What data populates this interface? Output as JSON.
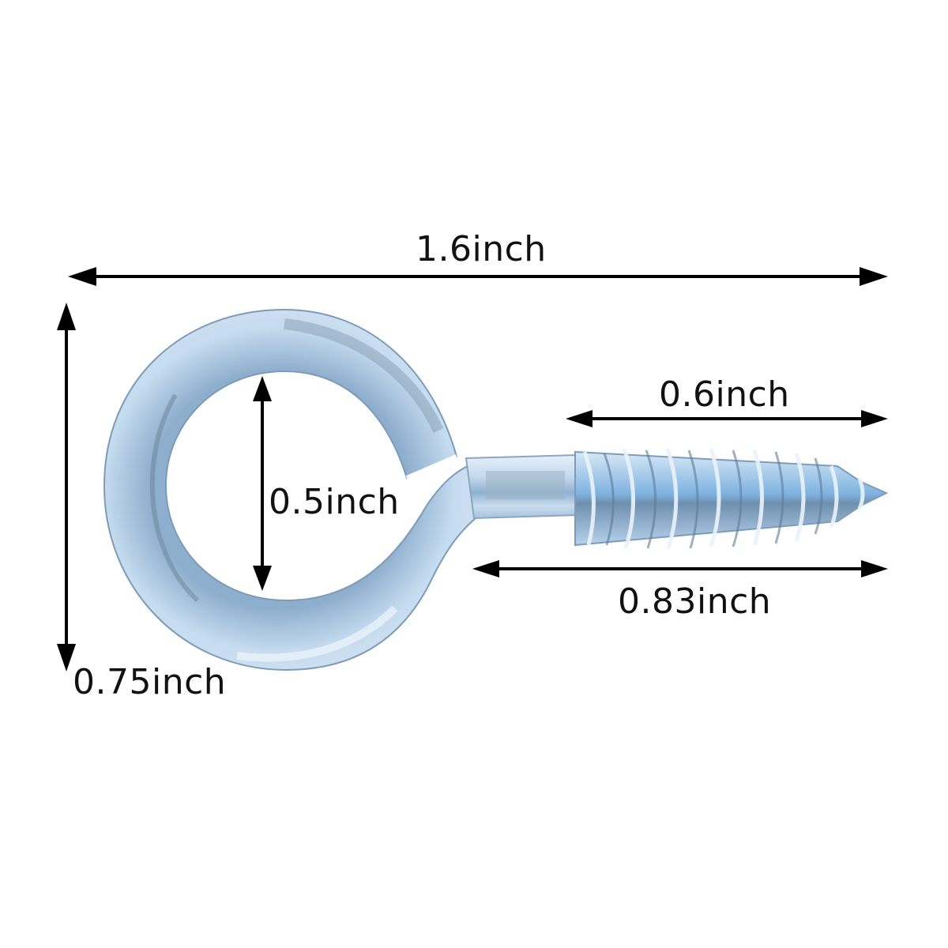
{
  "diagram": {
    "subject": "screw eye hook",
    "finish_color": "#b9d3ea",
    "shadow_color": "#5f7f9e",
    "highlight_color": "#eef5fb",
    "arrow_color": "#000000",
    "background": "#ffffff"
  },
  "dimensions": {
    "overall_length": {
      "label": "1.6inch",
      "value": 1.6,
      "unit": "inch"
    },
    "overall_height": {
      "label": "0.75inch",
      "value": 0.75,
      "unit": "inch"
    },
    "eye_inner_diameter": {
      "label": "0.5inch",
      "value": 0.5,
      "unit": "inch"
    },
    "thread_length": {
      "label": "0.6inch",
      "value": 0.6,
      "unit": "inch"
    },
    "shank_length": {
      "label": "0.83inch",
      "value": 0.83,
      "unit": "inch"
    }
  }
}
